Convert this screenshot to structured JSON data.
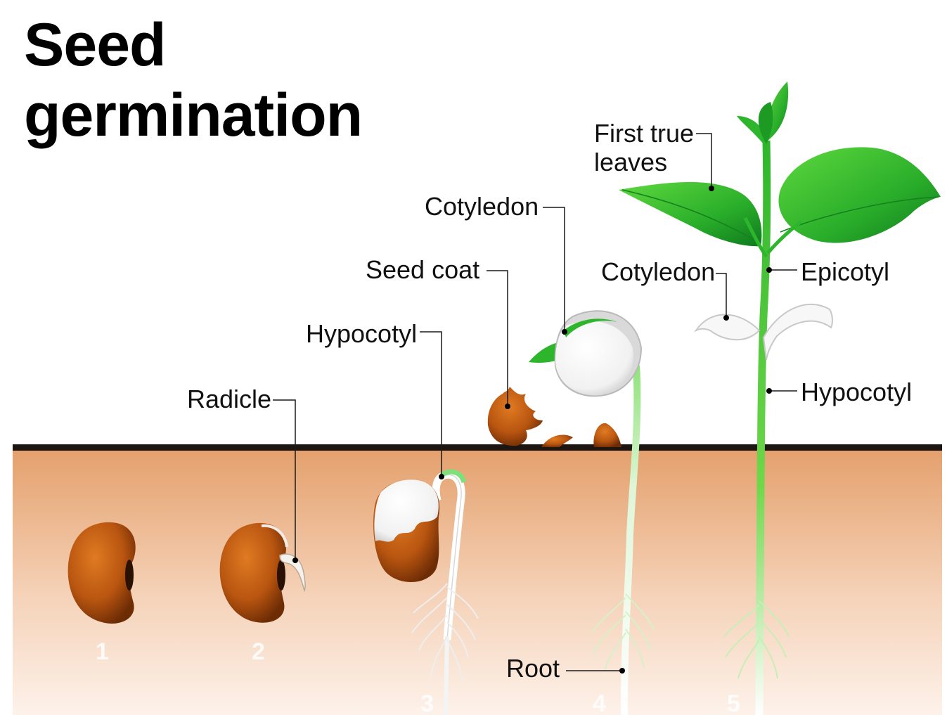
{
  "title_line1": "Seed",
  "title_line2": "germination",
  "labels": {
    "radicle": "Radicle",
    "hypocotyl_stage3": "Hypocotyl",
    "seed_coat": "Seed coat",
    "cotyledon_stage4": "Cotyledon",
    "root": "Root",
    "first_true_leaves_line1": "First true",
    "first_true_leaves_line2": "leaves",
    "cotyledon_stage5": "Cotyledon",
    "epicotyl": "Epicotyl",
    "hypocotyl_stage5": "Hypocotyl"
  },
  "stages": [
    "1",
    "2",
    "3",
    "4",
    "5"
  ],
  "colors": {
    "soil_top": "#e4a06c",
    "soil_bottom": "#fdf2ea",
    "ground_line": "#1d1512",
    "seed_brown": "#b85510",
    "leaf_green": "#2db52c",
    "stem_green": "#5fd33a"
  }
}
